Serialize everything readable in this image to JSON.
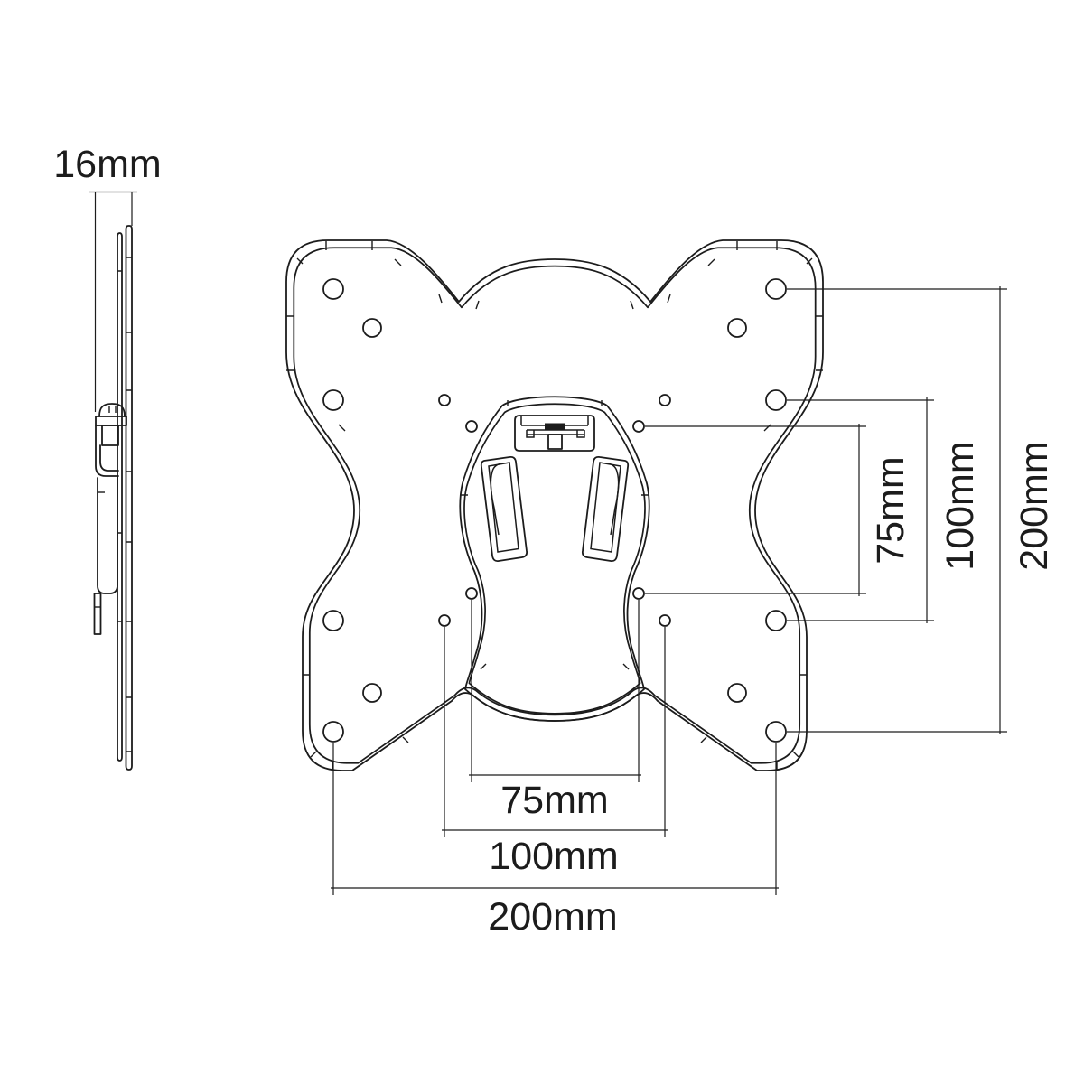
{
  "page": {
    "background_color": "#ffffff",
    "line_color": "#1c1c1c",
    "description": "Technical dimension drawing of a slim TV wall-mount VESA bracket: side profile view (left) and front view of butterfly-shaped adapter plate with wall bracket, hook slots and latch"
  },
  "side_view": {
    "depth": {
      "label": "16mm",
      "value_mm": 16
    }
  },
  "front_view": {
    "width_dimensions": [
      {
        "label": "75mm",
        "value_mm": 75
      },
      {
        "label": "100mm",
        "value_mm": 100
      },
      {
        "label": "200mm",
        "value_mm": 200
      }
    ],
    "height_dimensions": [
      {
        "label": "75mm",
        "value_mm": 75
      },
      {
        "label": "100mm",
        "value_mm": 100
      },
      {
        "label": "200mm",
        "value_mm": 200
      }
    ]
  }
}
